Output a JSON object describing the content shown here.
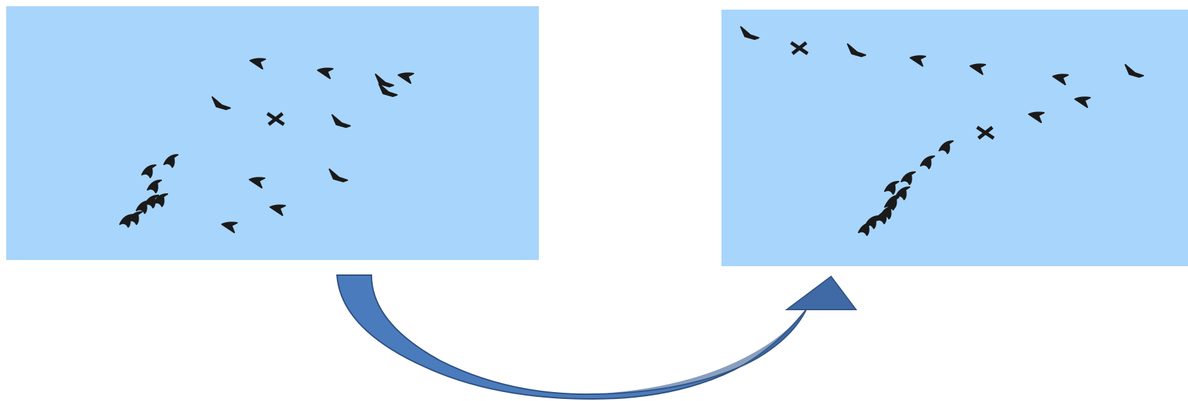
{
  "panels": [
    {
      "id": "before",
      "description_name": "scattered-flock",
      "sky_color": "#a8d5fb",
      "bird_count": 20
    },
    {
      "id": "after",
      "description_name": "formation-flock",
      "sky_color": "#a8d5fb",
      "bird_count": 21
    }
  ],
  "arrow": {
    "direction": "left-to-right",
    "fill_color": "#4a7bbd",
    "shade_color": "#3a5f94",
    "edge_color": "#2f5080"
  },
  "bird_color": "#1a1a1a"
}
